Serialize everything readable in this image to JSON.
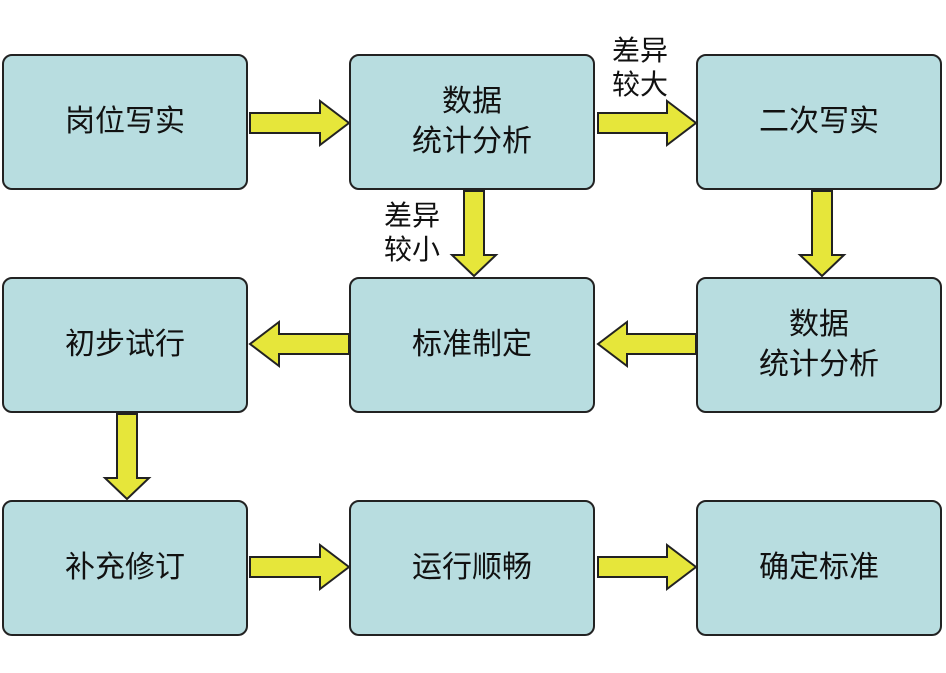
{
  "steps": {
    "s1": "岗位写实",
    "s2a": "数据",
    "s2b": "统计分析",
    "s3": "二次写实",
    "s4a": "数据",
    "s4b": "统计分析",
    "s5": "标准制定",
    "s6": "初步试行",
    "s7": "补充修订",
    "s8": "运行顺畅",
    "s9": "确定标准"
  },
  "labels": {
    "large_diff_1": "差异",
    "large_diff_2": "较大",
    "small_diff_1": "差异",
    "small_diff_2": "较小"
  },
  "colors": {
    "box_fill": "#b8dde0",
    "arrow_fill": "#e6e63a"
  }
}
